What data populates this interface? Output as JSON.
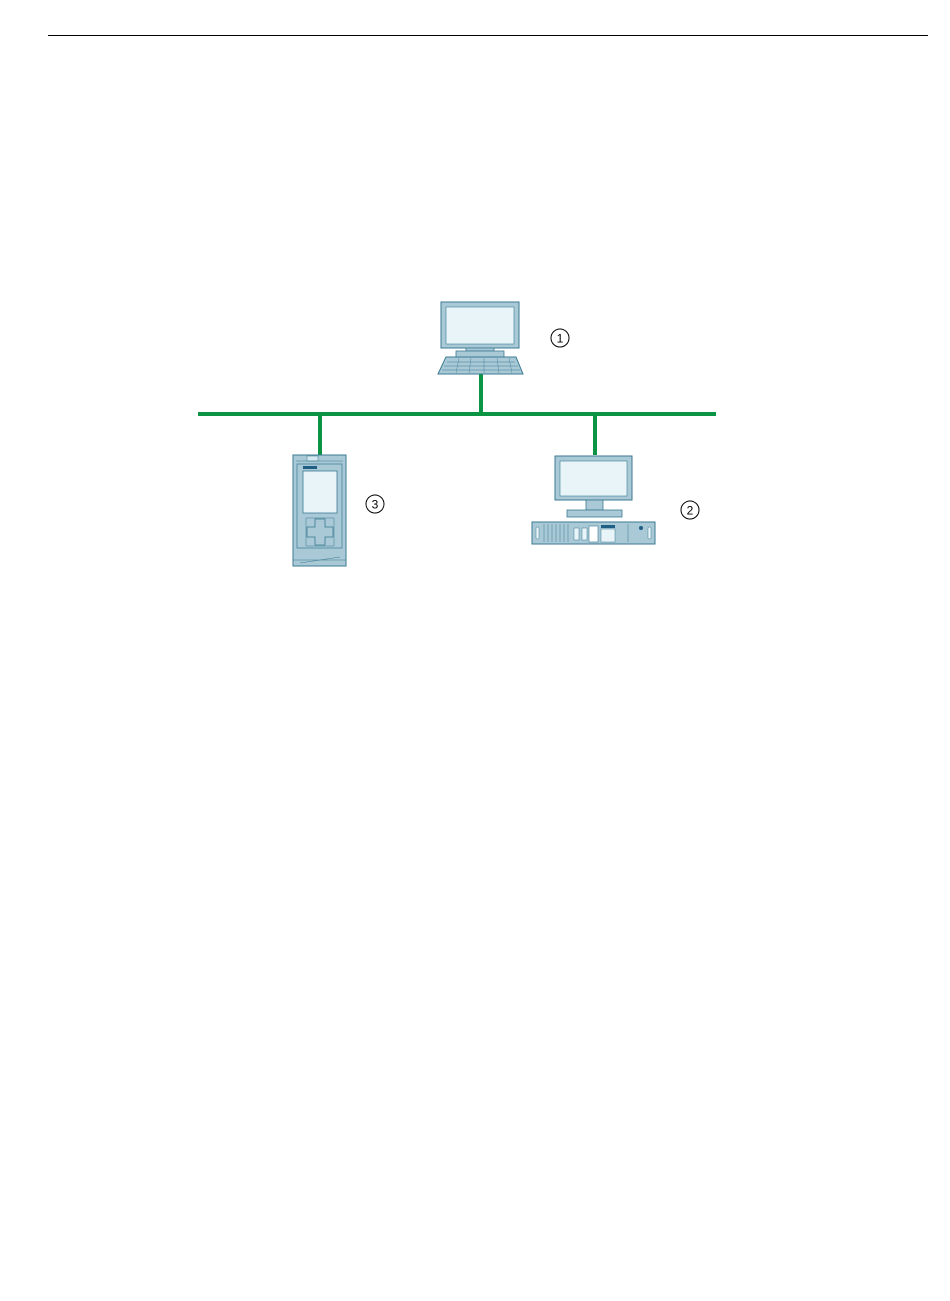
{
  "colors": {
    "network_line": "#0b9444",
    "device_fill": "#a9c9d6",
    "device_stroke": "#3b7a93",
    "screen_fill": "#e9f4f8",
    "accent": "#1f5f85"
  },
  "nodes": [
    {
      "id": "engineering-pc",
      "icon": "desktop-pc-with-keyboard-icon",
      "callout": "1"
    },
    {
      "id": "industrial-pc",
      "icon": "industrial-pc-with-monitor-icon",
      "callout": "2"
    },
    {
      "id": "plc-cpu",
      "icon": "plc-controller-icon",
      "callout": "3"
    }
  ]
}
